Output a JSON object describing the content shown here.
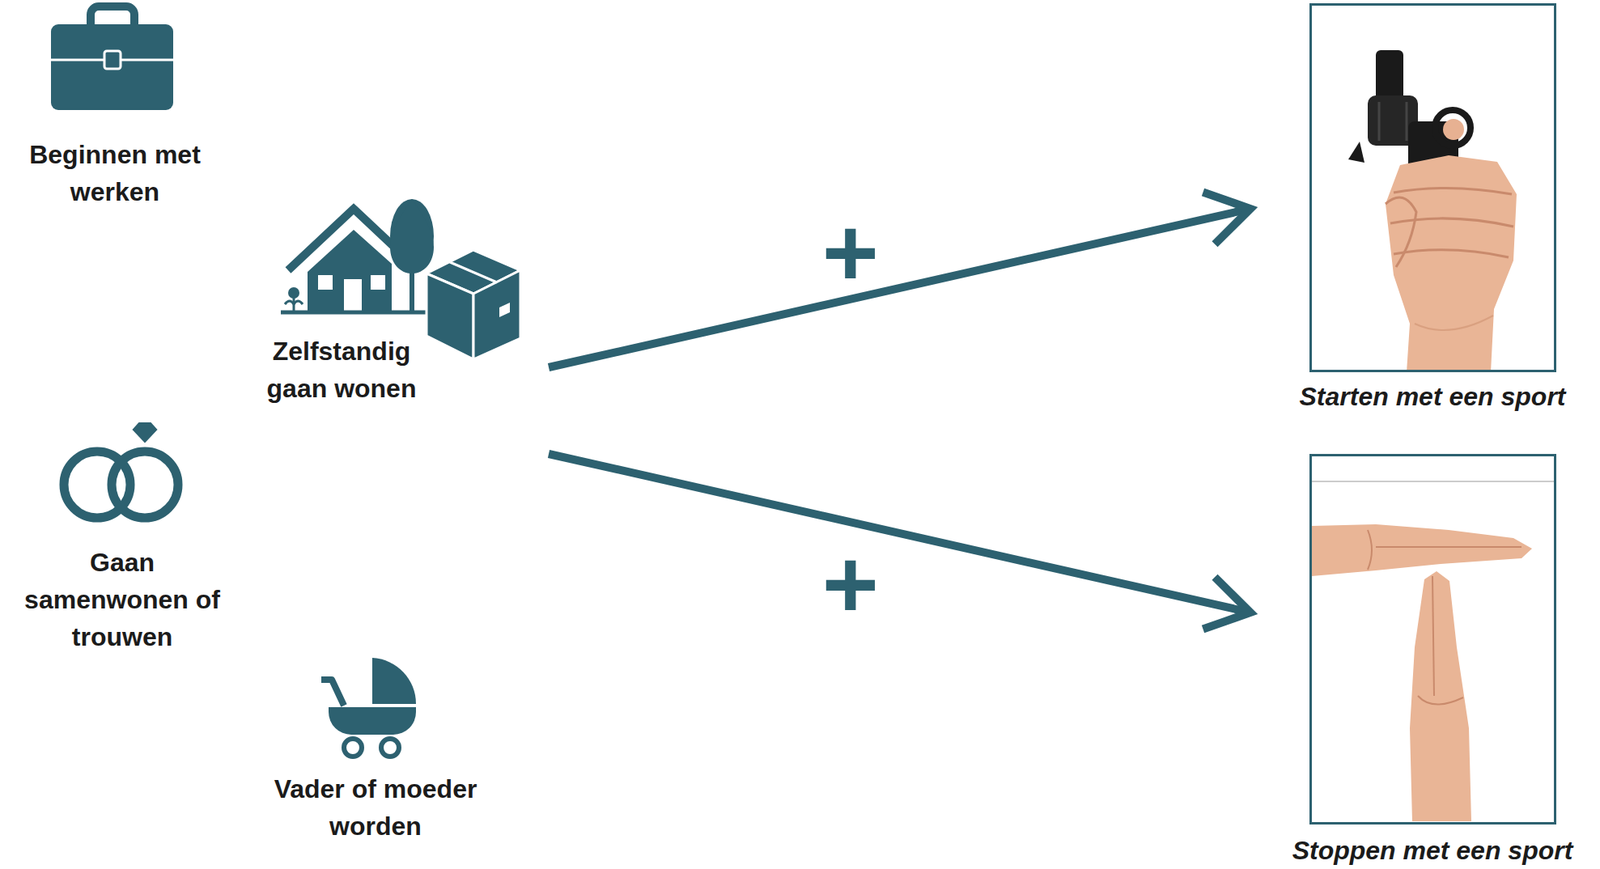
{
  "diagram": {
    "nodes": [
      {
        "text": [
          "Beginnen met werken"
        ]
      },
      {
        "text": [
          "Zelfstandig gaan wonen"
        ]
      },
      {
        "text": [
          "Gaan samenwonen of trouwen"
        ]
      },
      {
        "text": [
          "Vader of moeder worden"
        ]
      },
      {
        "text": [
          "Starten met een sport"
        ]
      },
      {
        "text": [
          "Stoppen met een sport"
        ]
      }
    ],
    "edges": [
      {
        "from": 1,
        "to": 4,
        "arrow": "to",
        "label": "+"
      },
      {
        "from": 1,
        "to": 5,
        "arrow": "to",
        "label": "+"
      }
    ]
  }
}
